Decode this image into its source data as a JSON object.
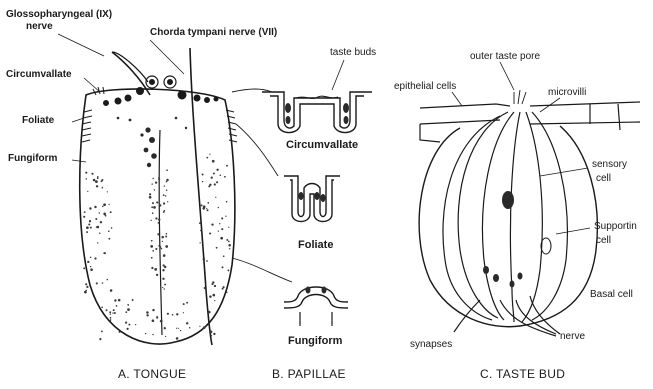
{
  "labels": {
    "glossopharyngeal": "Glossopharyngeal (IX)",
    "glossopharyngeal_nerve": "nerve",
    "chorda_tympani": "Chorda tympani nerve (VII)",
    "circumvallate": "Circumvallate",
    "foliate": "Foliate",
    "fungiform": "Fungiform",
    "taste_buds": "taste buds",
    "circumvallate_papilla": "Circumvallate",
    "foliate_papilla": "Foliate",
    "fungiform_papilla": "Fungiform",
    "outer_taste_pore": "outer taste pore",
    "epithelial_cells": "epithelial cells",
    "microvilli": "microvilli",
    "sensory_cell_1": "sensory",
    "sensory_cell_2": "cell",
    "supporting_cell_1": "Supportin",
    "supporting_cell_2": "cell",
    "basal_cell": "Basal cell",
    "synapses": "synapses",
    "nerve": "nerve"
  },
  "captions": {
    "tongue": "A. TONGUE",
    "papillae": "B. PAPILLAE",
    "taste_bud": "C. TASTE BUD"
  },
  "colors": {
    "ink": "#1a1a1a",
    "stipple": "#3a3a3a",
    "background": "#ffffff"
  }
}
